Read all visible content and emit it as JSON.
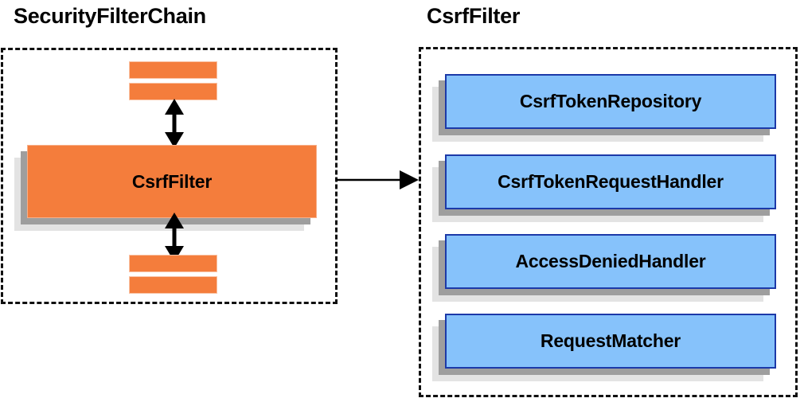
{
  "diagram": {
    "type": "component-relationship-diagram",
    "panels": [
      {
        "id": "security-filter-chain",
        "title": "SecurityFilterChain",
        "style": "dashed-container",
        "boxes": [
          {
            "label": "CsrfFilter",
            "color": "#f47d3c",
            "style": "stacked-3d",
            "kind": "main"
          }
        ],
        "stub_bars": {
          "count": 4,
          "color": "#f47d3c",
          "note": "two above and two below the CsrfFilter box representing other filters"
        },
        "connectors": [
          {
            "kind": "double-arrow-vertical",
            "from": "filters-above",
            "to": "CsrfFilter"
          },
          {
            "kind": "double-arrow-vertical",
            "from": "CsrfFilter",
            "to": "filters-below"
          }
        ]
      },
      {
        "id": "csrf-filter-detail",
        "title": "CsrfFilter",
        "style": "dashed-container",
        "boxes": [
          {
            "label": "CsrfTokenRepository",
            "color": "#86c2fb",
            "style": "stacked-3d"
          },
          {
            "label": "CsrfTokenRequestHandler",
            "color": "#86c2fb",
            "style": "stacked-3d"
          },
          {
            "label": "AccessDeniedHandler",
            "color": "#86c2fb",
            "style": "stacked-3d"
          },
          {
            "label": "RequestMatcher",
            "color": "#86c2fb",
            "style": "stacked-3d"
          }
        ]
      }
    ],
    "cross_panel_connector": {
      "kind": "single-arrow-right",
      "from": "security-filter-chain",
      "to": "csrf-filter-detail"
    },
    "colors": {
      "orange_fill": "#f47d3c",
      "orange_border": "#f7b08a",
      "blue_fill": "#86c2fb",
      "blue_border": "#1c39a8",
      "shadow_mid": "#9e9e9e",
      "shadow_back": "#e3e3e3",
      "dash_border": "#101010",
      "text": "#000000",
      "background": "#ffffff"
    }
  }
}
